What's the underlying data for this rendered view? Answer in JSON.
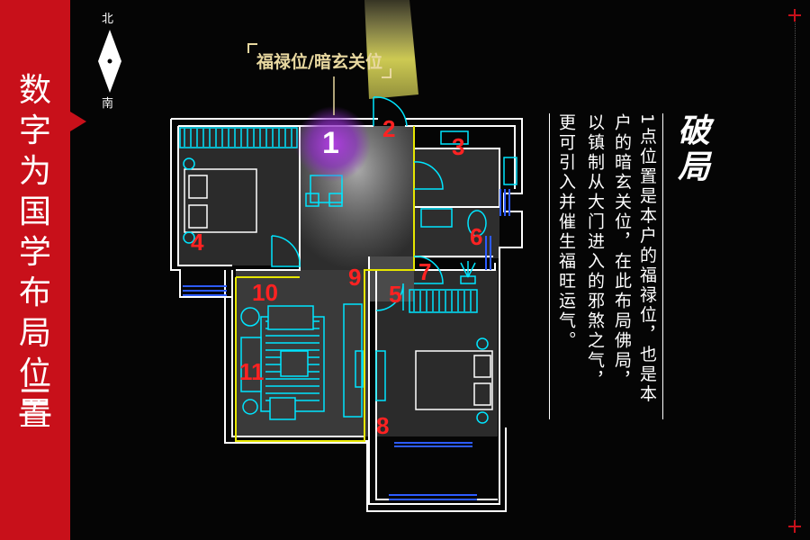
{
  "banner": {
    "title": "数字为国学布局位置",
    "subtitle": "三"
  },
  "compass": {
    "north": "北",
    "south": "南"
  },
  "floorplan": {
    "position_label": "福禄位/暗玄关位",
    "numbers": [
      "1",
      "2",
      "3",
      "4",
      "5",
      "6",
      "7",
      "8",
      "9",
      "10",
      "11"
    ]
  },
  "explanation": {
    "title": "破局",
    "columns": [
      "1点位置是本户的福禄位，也是本",
      "户的暗玄关位，在此布局佛局，",
      "以镇制从大门进入的邪煞之气，",
      "更可引入并催生福旺运气。"
    ]
  },
  "colors": {
    "banner": "#c8101a",
    "wall": "#ffffff",
    "furniture": "#00e5ff",
    "zone_line": "#e6e600",
    "number": "#ff2222",
    "glow": "#9b30d0"
  }
}
